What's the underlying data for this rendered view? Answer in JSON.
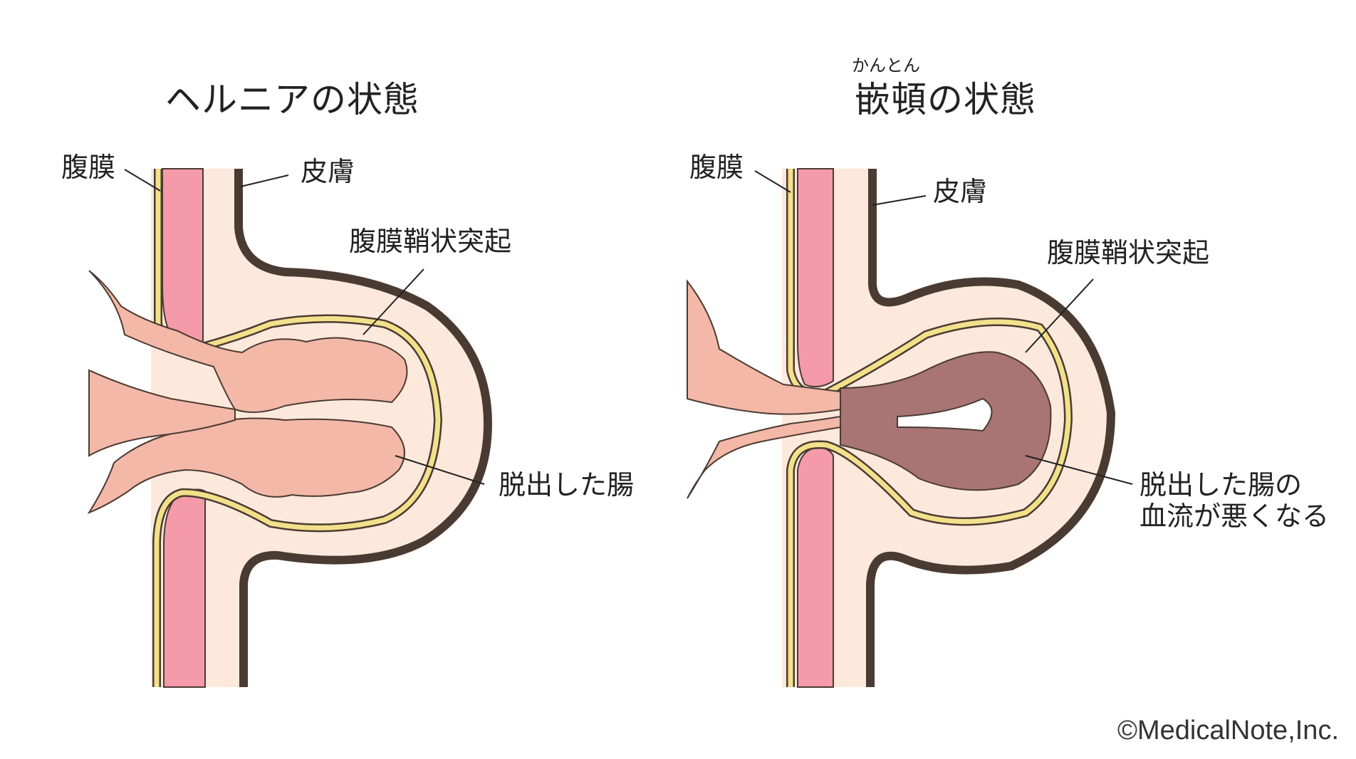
{
  "left_panel": {
    "title": "ヘルニアの状態",
    "labels": {
      "peritoneum": "腹膜",
      "skin": "皮膚",
      "processus_vaginalis": "腹膜鞘状突起",
      "prolapsed_intestine": "脱出した腸"
    }
  },
  "right_panel": {
    "title_ruby": "かんとん",
    "title": "嵌頓の状態",
    "labels": {
      "peritoneum": "腹膜",
      "skin": "皮膚",
      "processus_vaginalis": "腹膜鞘状突起",
      "prolapsed_intestine_line1": "脱出した腸の",
      "prolapsed_intestine_line2": "血流が悪くなる"
    }
  },
  "copyright": "©MedicalNote,Inc.",
  "colors": {
    "skin_fill": "#fde8dc",
    "skin_outline": "#4a3b32",
    "muscle": "#f49aa8",
    "peritoneum": "#f3e08a",
    "intestine": "#f4b8a8",
    "intestine_incarcerated": "#a87474"
  }
}
